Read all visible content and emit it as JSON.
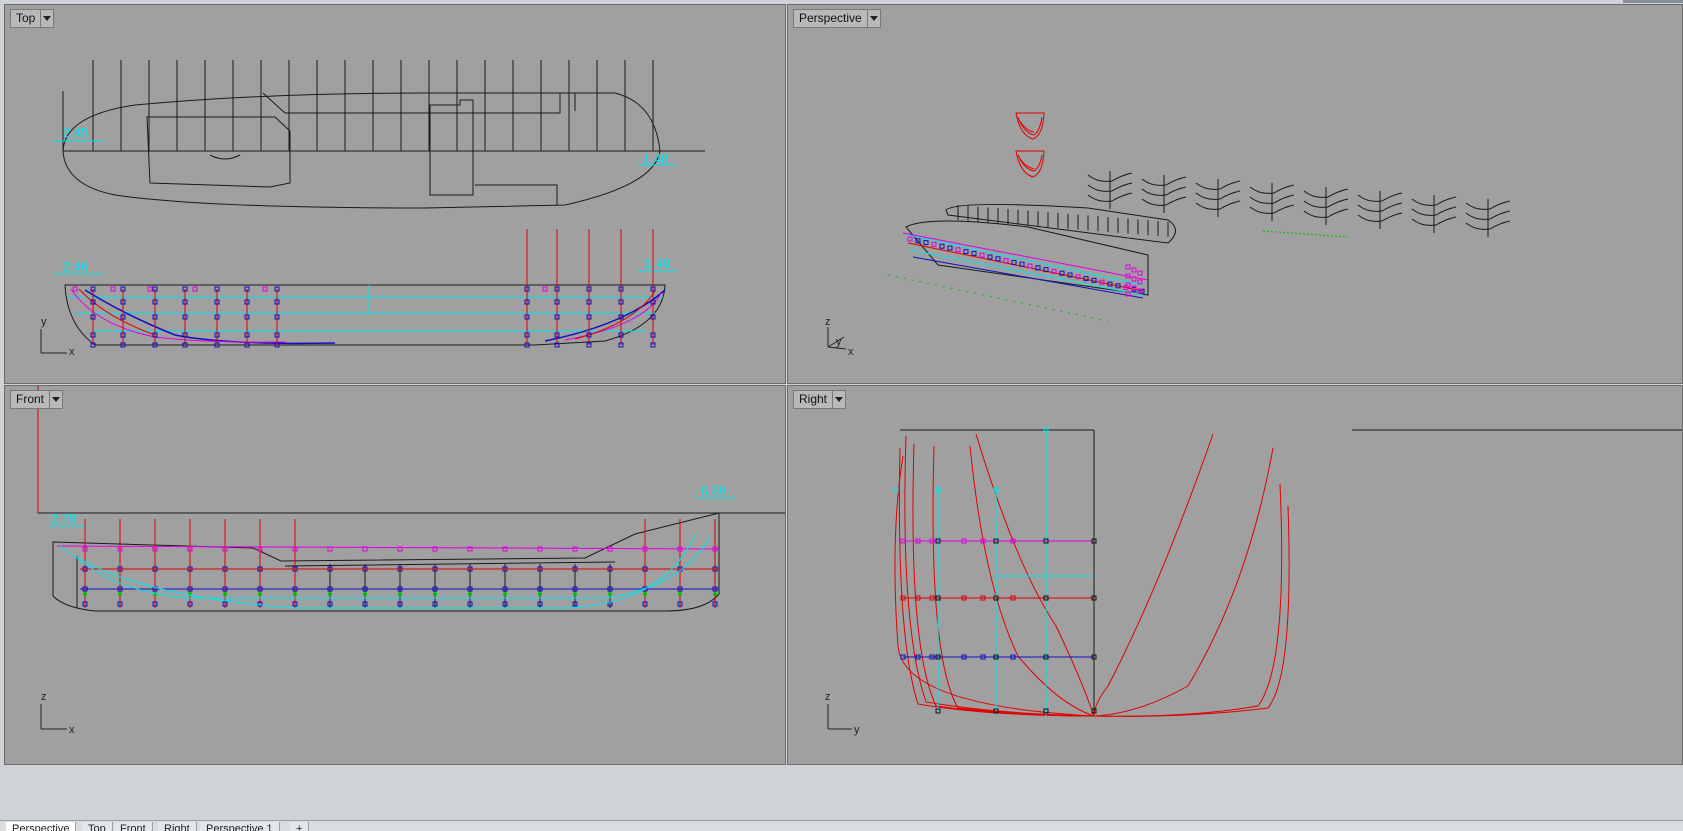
{
  "viewports": {
    "top": {
      "title": "Top",
      "dims": {
        "overall_bow": "2.45",
        "overall_stern": "1.48",
        "plan_bow": "2.46",
        "plan_stern": "1.49"
      },
      "axis_a": "y",
      "axis_b": "x"
    },
    "perspective": {
      "title": "Perspective",
      "axis_a": "z",
      "axis_b": "y",
      "axis_c": "x"
    },
    "front": {
      "title": "Front",
      "dims": {
        "bow": "2.78",
        "stern": "0.89"
      },
      "axis_a": "z",
      "axis_b": "x"
    },
    "right": {
      "title": "Right",
      "axis_a": "z",
      "axis_b": "y"
    }
  },
  "tabs": [
    {
      "label": "Perspective"
    },
    {
      "label": "Top"
    },
    {
      "label": "Front"
    },
    {
      "label": "Right"
    },
    {
      "label": "Perspective 1"
    },
    {
      "label": "+"
    }
  ],
  "colors": {
    "viewport_bg": "#a0a0a0",
    "outline": "#1a1a1a",
    "section": "#e00000",
    "waterline": "#00e5ee",
    "buttock": "#1010c0",
    "deckline": "#e000e0",
    "point": "#00c000"
  }
}
